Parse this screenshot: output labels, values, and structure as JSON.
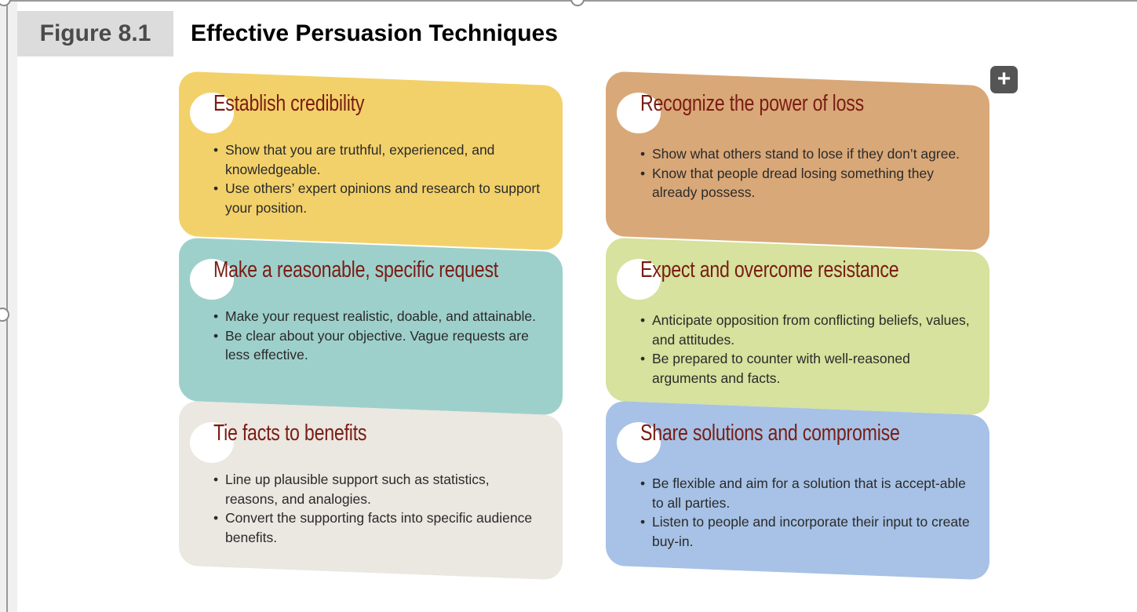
{
  "figure": {
    "label": "Figure 8.1",
    "title": "Effective Persuasion Techniques",
    "expand_symbol": "+"
  },
  "colors": {
    "yellow": "#f3d16a",
    "orange": "#d9a878",
    "teal": "#9ed0cb",
    "green": "#d6e29d",
    "gray": "#ebe7e1",
    "blue": "#a7c2e6",
    "title_text": "#7a1c14"
  },
  "icons": {
    "expand": "plus-icon"
  },
  "cards": [
    {
      "title": "Establish credibility",
      "bullets": [
        "Show that you are truthful, experienced, and knowledgeable.",
        "Use others’ expert opinions and research to support your position."
      ]
    },
    {
      "title": "Make a reasonable, specific request",
      "bullets": [
        "Make your request realistic, doable, and attainable.",
        "Be clear about your objective. Vague requests are less effective."
      ]
    },
    {
      "title": "Tie facts to benefits",
      "bullets": [
        "Line up plausible support such as statistics, reasons, and analogies.",
        "Convert the supporting facts into specific audience benefits."
      ]
    },
    {
      "title": "Recognize the power of loss",
      "bullets": [
        "Show what others stand to lose if they don’t agree.",
        "Know that people dread losing something they already possess."
      ]
    },
    {
      "title": "Expect and overcome resistance",
      "bullets": [
        "Anticipate opposition from conflicting beliefs, values, and attitudes.",
        "Be prepared to counter with well-reasoned arguments and facts."
      ]
    },
    {
      "title": "Share solutions and compromise",
      "bullets": [
        "Be flexible and aim for a solution that is accept-able to all parties.",
        "Listen to people and incorporate their input to create buy-in."
      ]
    }
  ]
}
